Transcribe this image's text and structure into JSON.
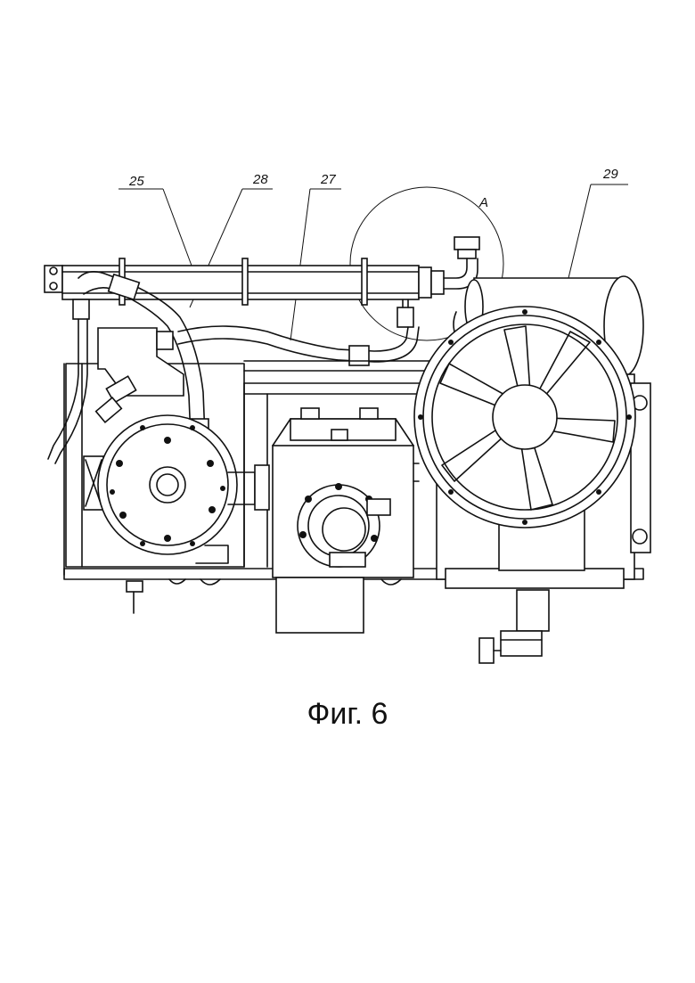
{
  "figure": {
    "caption": "Фиг. 6",
    "labels": {
      "l25": "25",
      "l28": "28",
      "l27": "27",
      "detail_a": "A",
      "l29": "29"
    }
  },
  "colors": {
    "line": "#111111",
    "paper": "#ffffff"
  }
}
